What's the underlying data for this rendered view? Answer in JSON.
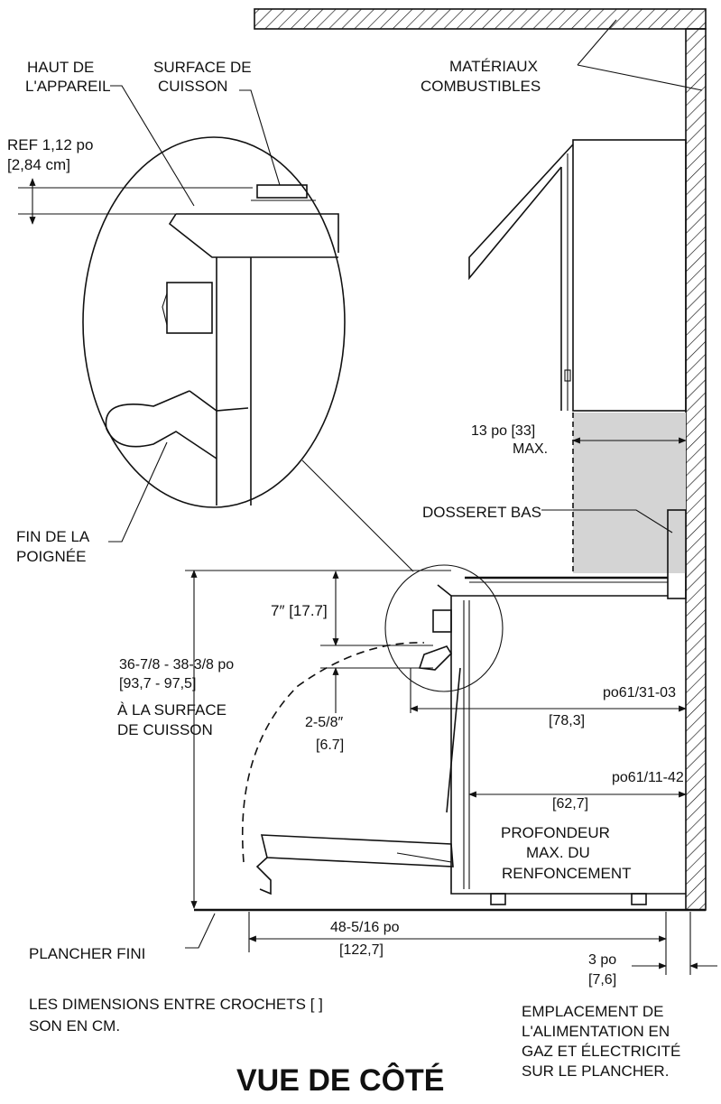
{
  "labels": {
    "haut_appareil": [
      "HAUT DE",
      "L'APPAREIL"
    ],
    "surface_cuisson": [
      "SURFACE DE",
      "CUISSON"
    ],
    "materiaux": [
      "MATÉRIAUX",
      "COMBUSTIBLES"
    ],
    "ref": [
      "REF 1,12 po",
      "[2,84 cm]"
    ],
    "clearance_13": [
      "13 po [33]",
      "MAX."
    ],
    "dosseret": "DOSSERET BAS",
    "fin_poignee": [
      "FIN DE LA",
      "POIGNÉE"
    ],
    "dim_7": "7″ [17.7]",
    "height": [
      "36-7/8 - 38-3/8 po",
      "[93,7 - 97,5]",
      "À LA SURFACE",
      "DE CUISSON"
    ],
    "dim_2_5_8": [
      "2-5/8″",
      "[6.7]"
    ],
    "depth_1": [
      "po61/31-03",
      "[78,3]"
    ],
    "depth_2": [
      "po61/11-42",
      "[62,7]"
    ],
    "profondeur": [
      "PROFONDEUR",
      "MAX. DU",
      "RENFONCEMENT"
    ],
    "width_open": [
      "48-5/16 po",
      "[122,7]"
    ],
    "plancher": "PLANCHER FINI",
    "dim_3": [
      "3 po",
      "[7,6]"
    ],
    "note": [
      "LES DIMENSIONS ENTRE CROCHETS  [  ]",
      "SON EN CM."
    ],
    "emplacement": [
      "EMPLACEMENT DE",
      "L'ALIMENTATION EN",
      "GAZ ET ÉLECTRICITÉ",
      "SUR LE PLANCHER."
    ],
    "title": "VUE DE CÔTÉ"
  },
  "colors": {
    "line": "#111111",
    "shaded_zone": "#d4d4d4",
    "background": "#ffffff"
  }
}
